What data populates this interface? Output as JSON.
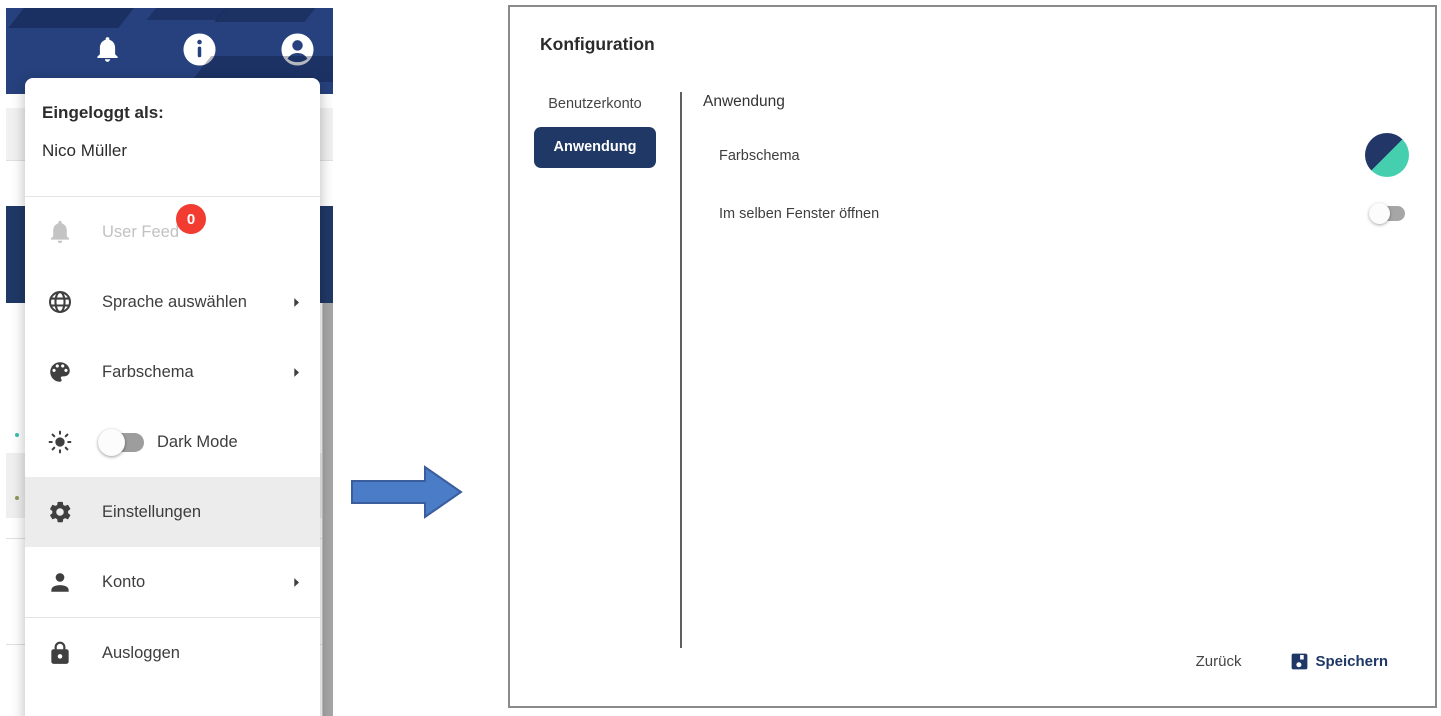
{
  "colors": {
    "header_navy": "#26417d",
    "navy": "#1f3866",
    "teal": "#45cfae",
    "badge_red": "#f23b31",
    "arrow_blue": "#4a7cc7",
    "arrow_border": "#3a5d9c",
    "row_highlight": "#ececec",
    "disabled_gray": "#c2c2c2"
  },
  "header": {
    "icons": [
      "bell-icon",
      "info-icon",
      "account-icon"
    ]
  },
  "user_menu": {
    "logged_in_label": "Eingeloggt als:",
    "user_name": "Nico Müller",
    "items": [
      {
        "label": "User Feed",
        "icon": "bell-icon",
        "badge": "0",
        "disabled": true
      },
      {
        "label": "Sprache auswählen",
        "icon": "globe-icon",
        "submenu": true
      },
      {
        "label": "Farbschema",
        "icon": "palette-icon",
        "submenu": true
      },
      {
        "label": "Dark Mode",
        "icon": "sun-icon",
        "toggle_state": "off"
      },
      {
        "label": "Einstellungen",
        "icon": "gear-icon",
        "highlighted": true
      },
      {
        "label": "Konto",
        "icon": "person-icon",
        "submenu": true
      },
      {
        "label": "Ausloggen",
        "icon": "lock-icon"
      }
    ]
  },
  "dialog": {
    "title": "Konfiguration",
    "tabs": [
      {
        "label": "Benutzerkonto",
        "selected": false
      },
      {
        "label": "Anwendung",
        "selected": true
      }
    ],
    "section_title": "Anwendung",
    "settings": [
      {
        "label": "Farbschema",
        "control": "color-circle",
        "value_colors": [
          "#223668",
          "#45cfae"
        ]
      },
      {
        "label": "Im selben Fenster öffnen",
        "control": "toggle",
        "state": "off"
      }
    ],
    "footer": {
      "back_label": "Zurück",
      "save_label": "Speichern"
    }
  }
}
